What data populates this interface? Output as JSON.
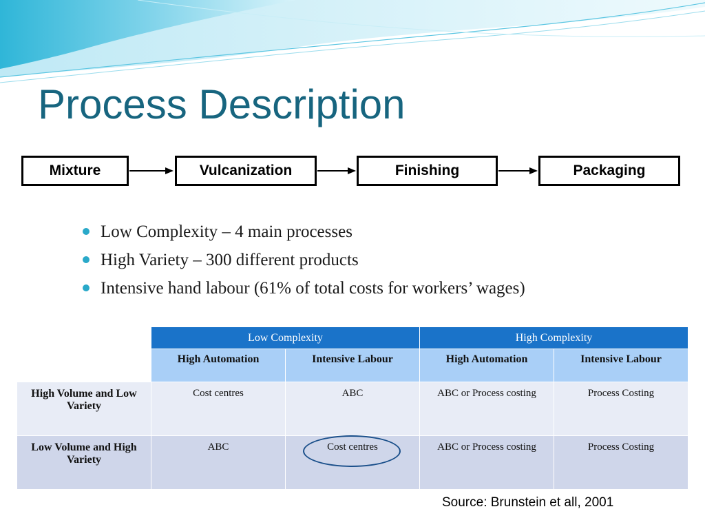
{
  "title": "Process Description",
  "flow": {
    "steps": [
      "Mixture",
      "Vulcanization",
      "Finishing",
      "Packaging"
    ]
  },
  "bullets": [
    "Low Complexity – 4 main processes",
    "High Variety – 300 different products",
    "Intensive hand labour (61% of total costs for workers’ wages)"
  ],
  "table": {
    "group_headers": [
      "Low Complexity",
      "High Complexity"
    ],
    "sub_headers": [
      "High Automation",
      "Intensive Labour",
      "High Automation",
      "Intensive Labour"
    ],
    "rows": [
      {
        "label": "High Volume and Low Variety",
        "cells": [
          "Cost centres",
          "ABC",
          "ABC or Process costing",
          "Process Costing"
        ]
      },
      {
        "label": "Low Volume and High Variety",
        "cells": [
          "ABC",
          "Cost centres",
          "ABC or Process costing",
          "Process Costing"
        ]
      }
    ]
  },
  "source": "Source: Brunstein et all, 2001",
  "colors": {
    "title": "#17657f",
    "header_dark": "#1a73c9",
    "header_light": "#a9cff7",
    "bullet": "#2aa9c9",
    "highlight_circle": "#1a4f8a"
  }
}
